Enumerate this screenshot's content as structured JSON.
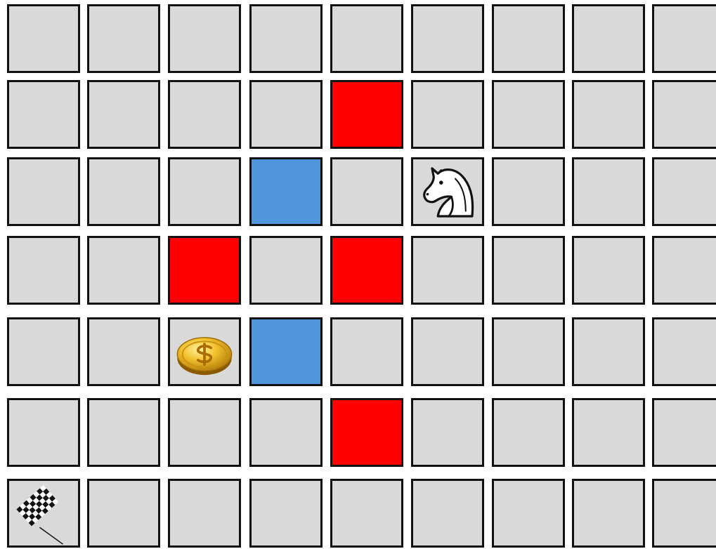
{
  "board": {
    "rows": 7,
    "cols": 9,
    "colors": {
      "empty": "#d9d9d9",
      "red": "#ff0000",
      "blue": "#4f96dc",
      "border": "#111111"
    },
    "special_cells": [
      {
        "row": 1,
        "col": 4,
        "type": "red"
      },
      {
        "row": 2,
        "col": 3,
        "type": "blue"
      },
      {
        "row": 3,
        "col": 2,
        "type": "red"
      },
      {
        "row": 3,
        "col": 4,
        "type": "red"
      },
      {
        "row": 4,
        "col": 3,
        "type": "blue"
      },
      {
        "row": 5,
        "col": 4,
        "type": "red"
      }
    ],
    "pieces": [
      {
        "row": 2,
        "col": 5,
        "icon": "knight-icon"
      },
      {
        "row": 4,
        "col": 2,
        "icon": "gold-coin-icon"
      },
      {
        "row": 6,
        "col": 0,
        "icon": "checkered-flag-icon"
      }
    ]
  }
}
